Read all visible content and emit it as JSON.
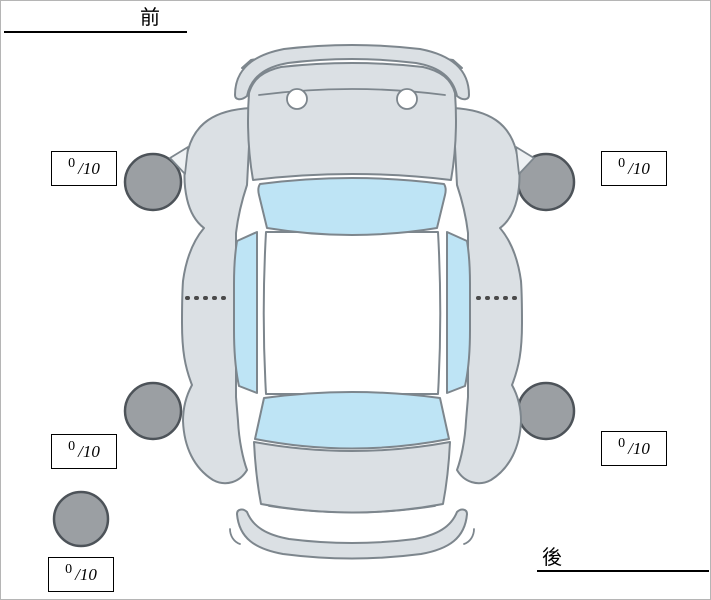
{
  "labels": {
    "front": "前",
    "rear": "後"
  },
  "scores": {
    "front_left": {
      "value": "0",
      "out_of": "/10"
    },
    "front_right": {
      "value": "0",
      "out_of": "/10"
    },
    "rear_left": {
      "value": "0",
      "out_of": "/10"
    },
    "rear_right": {
      "value": "0",
      "out_of": "/10"
    },
    "spare": {
      "value": "0",
      "out_of": "/10"
    }
  },
  "colors": {
    "background": "#ffffff",
    "body": "#dbe0e4",
    "body_light": "#eef1f3",
    "window": "#bee4f5",
    "wheel": "#9b9fa3",
    "wheel_outline": "#4d5359",
    "outline": "#7d868d",
    "dots": "#4a4a4a",
    "box_border": "#000000",
    "text": "#000000"
  }
}
